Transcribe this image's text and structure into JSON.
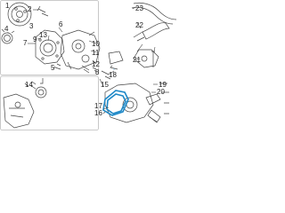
{
  "diagram": {
    "callouts": {
      "c1": "1",
      "c2": "2",
      "c3": "3",
      "c4": "4",
      "c5": "5",
      "c6": "6",
      "c7": "7",
      "c8": "8",
      "c9": "9",
      "c10": "10",
      "c11": "11",
      "c12": "12",
      "c13": "13",
      "c14": "14",
      "c15": "15",
      "c16": "16",
      "c17": "17",
      "c18": "18",
      "c19": "19",
      "c20": "20",
      "c21": "21",
      "c22": "22",
      "c23": "23"
    },
    "colors": {
      "line": "#444444",
      "highlight": "#1d88c7",
      "frame": "#bbbbbb"
    }
  }
}
